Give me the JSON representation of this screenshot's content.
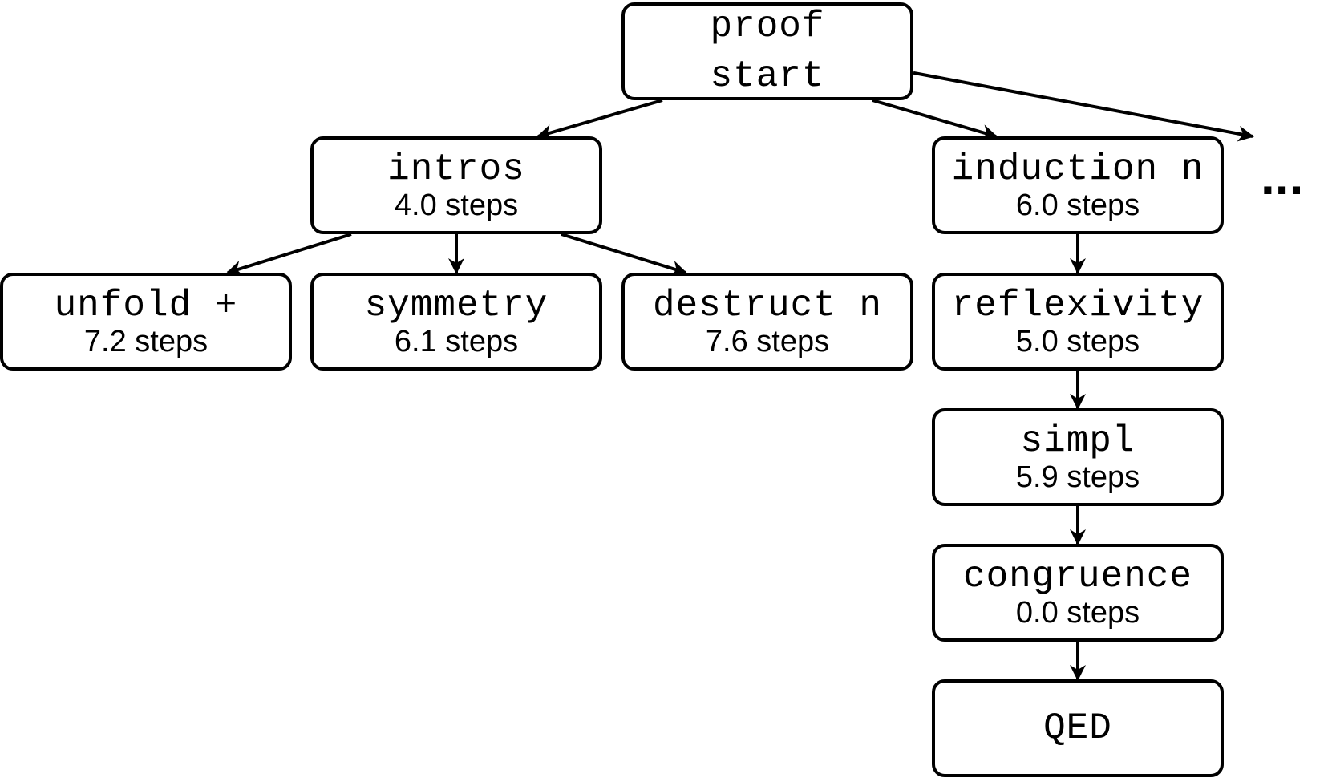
{
  "nodes": {
    "proof_start": {
      "tactic_line1": "proof",
      "tactic_line2": "start"
    },
    "intros": {
      "tactic": "intros",
      "steps": "4.0 steps"
    },
    "induction_n": {
      "tactic": "induction n",
      "steps": "6.0 steps"
    },
    "unfold_plus": {
      "tactic": "unfold +",
      "steps": "7.2 steps"
    },
    "symmetry": {
      "tactic": "symmetry",
      "steps": "6.1 steps"
    },
    "destruct_n": {
      "tactic": "destruct n",
      "steps": "7.6 steps"
    },
    "reflexivity": {
      "tactic": "reflexivity",
      "steps": "5.0 steps"
    },
    "simpl": {
      "tactic": "simpl",
      "steps": "5.9 steps"
    },
    "congruence": {
      "tactic": "congruence",
      "steps": "0.0 steps"
    },
    "qed": {
      "tactic": "QED"
    }
  },
  "more_marker": "...",
  "edges": [
    [
      "proof_start",
      "intros"
    ],
    [
      "proof_start",
      "induction_n"
    ],
    [
      "proof_start",
      "more"
    ],
    [
      "intros",
      "unfold_plus"
    ],
    [
      "intros",
      "symmetry"
    ],
    [
      "intros",
      "destruct_n"
    ],
    [
      "induction_n",
      "reflexivity"
    ],
    [
      "reflexivity",
      "simpl"
    ],
    [
      "simpl",
      "congruence"
    ],
    [
      "congruence",
      "qed"
    ]
  ]
}
